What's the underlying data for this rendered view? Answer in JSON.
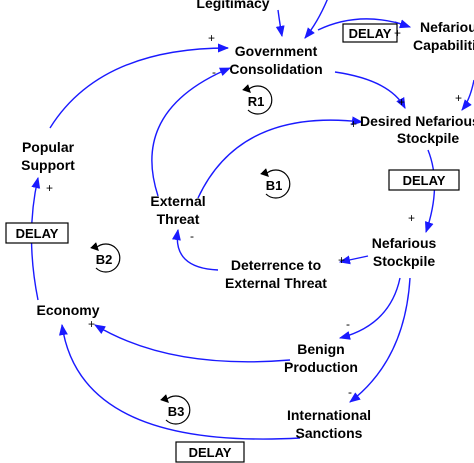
{
  "nodes": {
    "legitimacy": "Legitimacy",
    "gov_line1": "Government",
    "gov_line2": "Consolidation",
    "nef_cap_line1": "Nefarious",
    "nef_cap_line2": "Capabilities",
    "desired_line1": "Desired Nefarious",
    "desired_line2": "Stockpile",
    "popular_line1": "Popular",
    "popular_line2": "Support",
    "external_line1": "External",
    "external_line2": "Threat",
    "stockpile_line1": "Nefarious",
    "stockpile_line2": "Stockpile",
    "deterrence_line1": "Deterrence to",
    "deterrence_line2": "External Threat",
    "economy": "Economy",
    "benign_line1": "Benign",
    "benign_line2": "Production",
    "sanctions_line1": "International",
    "sanctions_line2": "Sanctions"
  },
  "delays": {
    "top": "DELAY",
    "right": "DELAY",
    "left": "DELAY",
    "bottom": "DELAY"
  },
  "loops": {
    "r1": "R1",
    "b1": "B1",
    "b2": "B2",
    "b3": "B3"
  },
  "polarities": {
    "gov_in_top": "+",
    "gov_in_bottom": "-",
    "nef_cap_in": "+",
    "desired_in_gov": "+",
    "desired_in_ext": "+",
    "desired_in_cap": "+",
    "popular_in": "+",
    "external_in": "-",
    "stockpile_in": "+",
    "deterrence_in": "+",
    "benign_in": "-",
    "sanctions_in": "-",
    "economy_in": "+"
  },
  "colors": {
    "edge": "#1a1aff",
    "text": "#000000"
  }
}
